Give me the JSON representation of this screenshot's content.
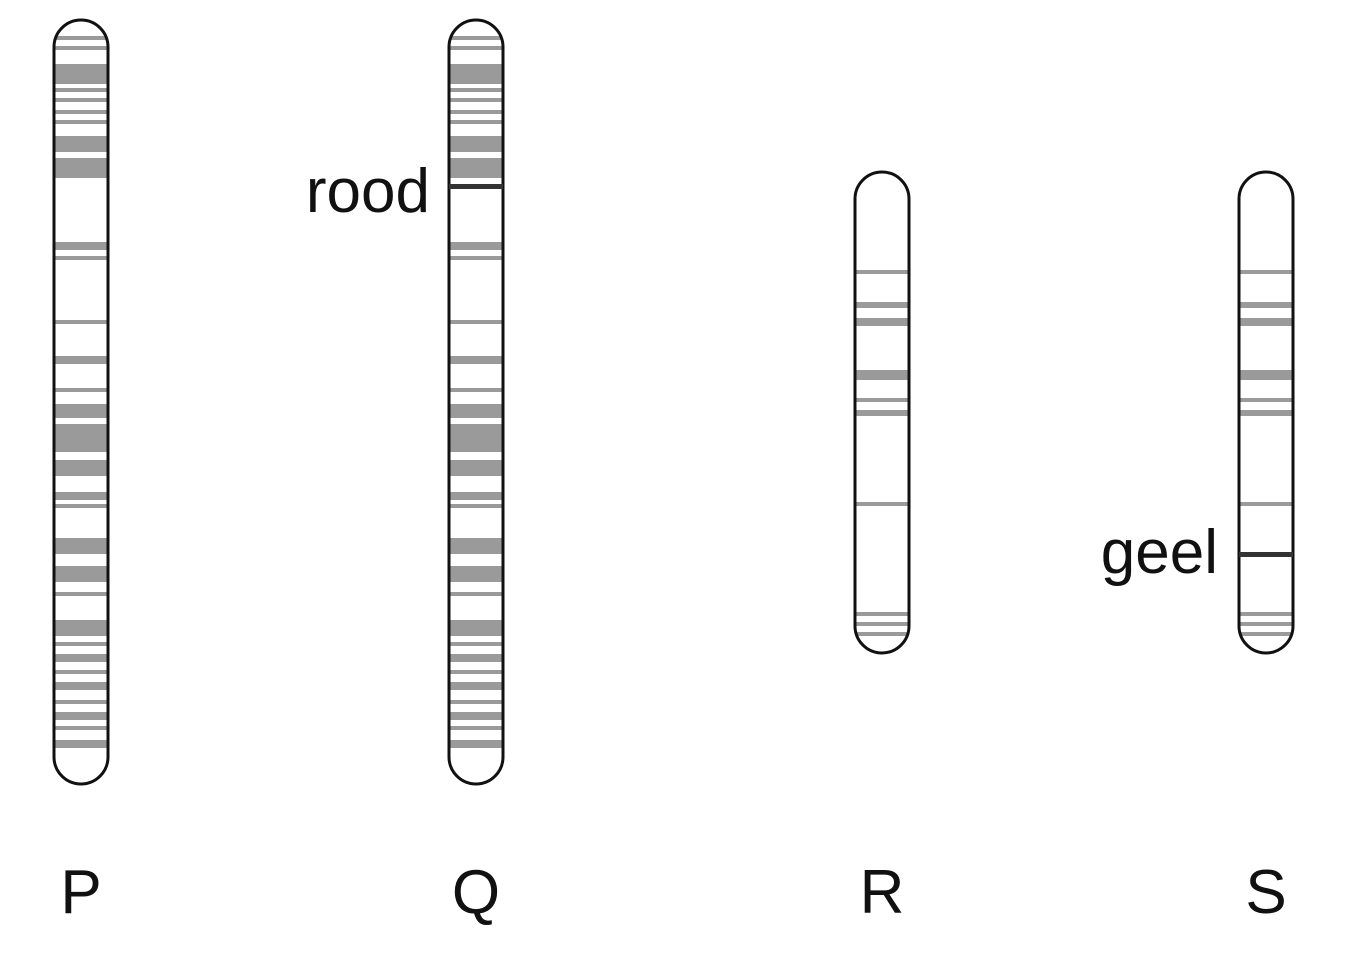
{
  "diagram": {
    "colors": {
      "outline": "#111111",
      "band": "#9a9a9a",
      "gene_marker": "#333333",
      "fill": "#ffffff"
    },
    "chromosomes": [
      {
        "id": "P",
        "label": "P",
        "gene": null
      },
      {
        "id": "Q",
        "label": "Q",
        "gene": {
          "name": "rood",
          "side": "left"
        }
      },
      {
        "id": "R",
        "label": "R",
        "gene": null
      },
      {
        "id": "S",
        "label": "S",
        "gene": {
          "name": "geel",
          "side": "left"
        }
      }
    ]
  }
}
